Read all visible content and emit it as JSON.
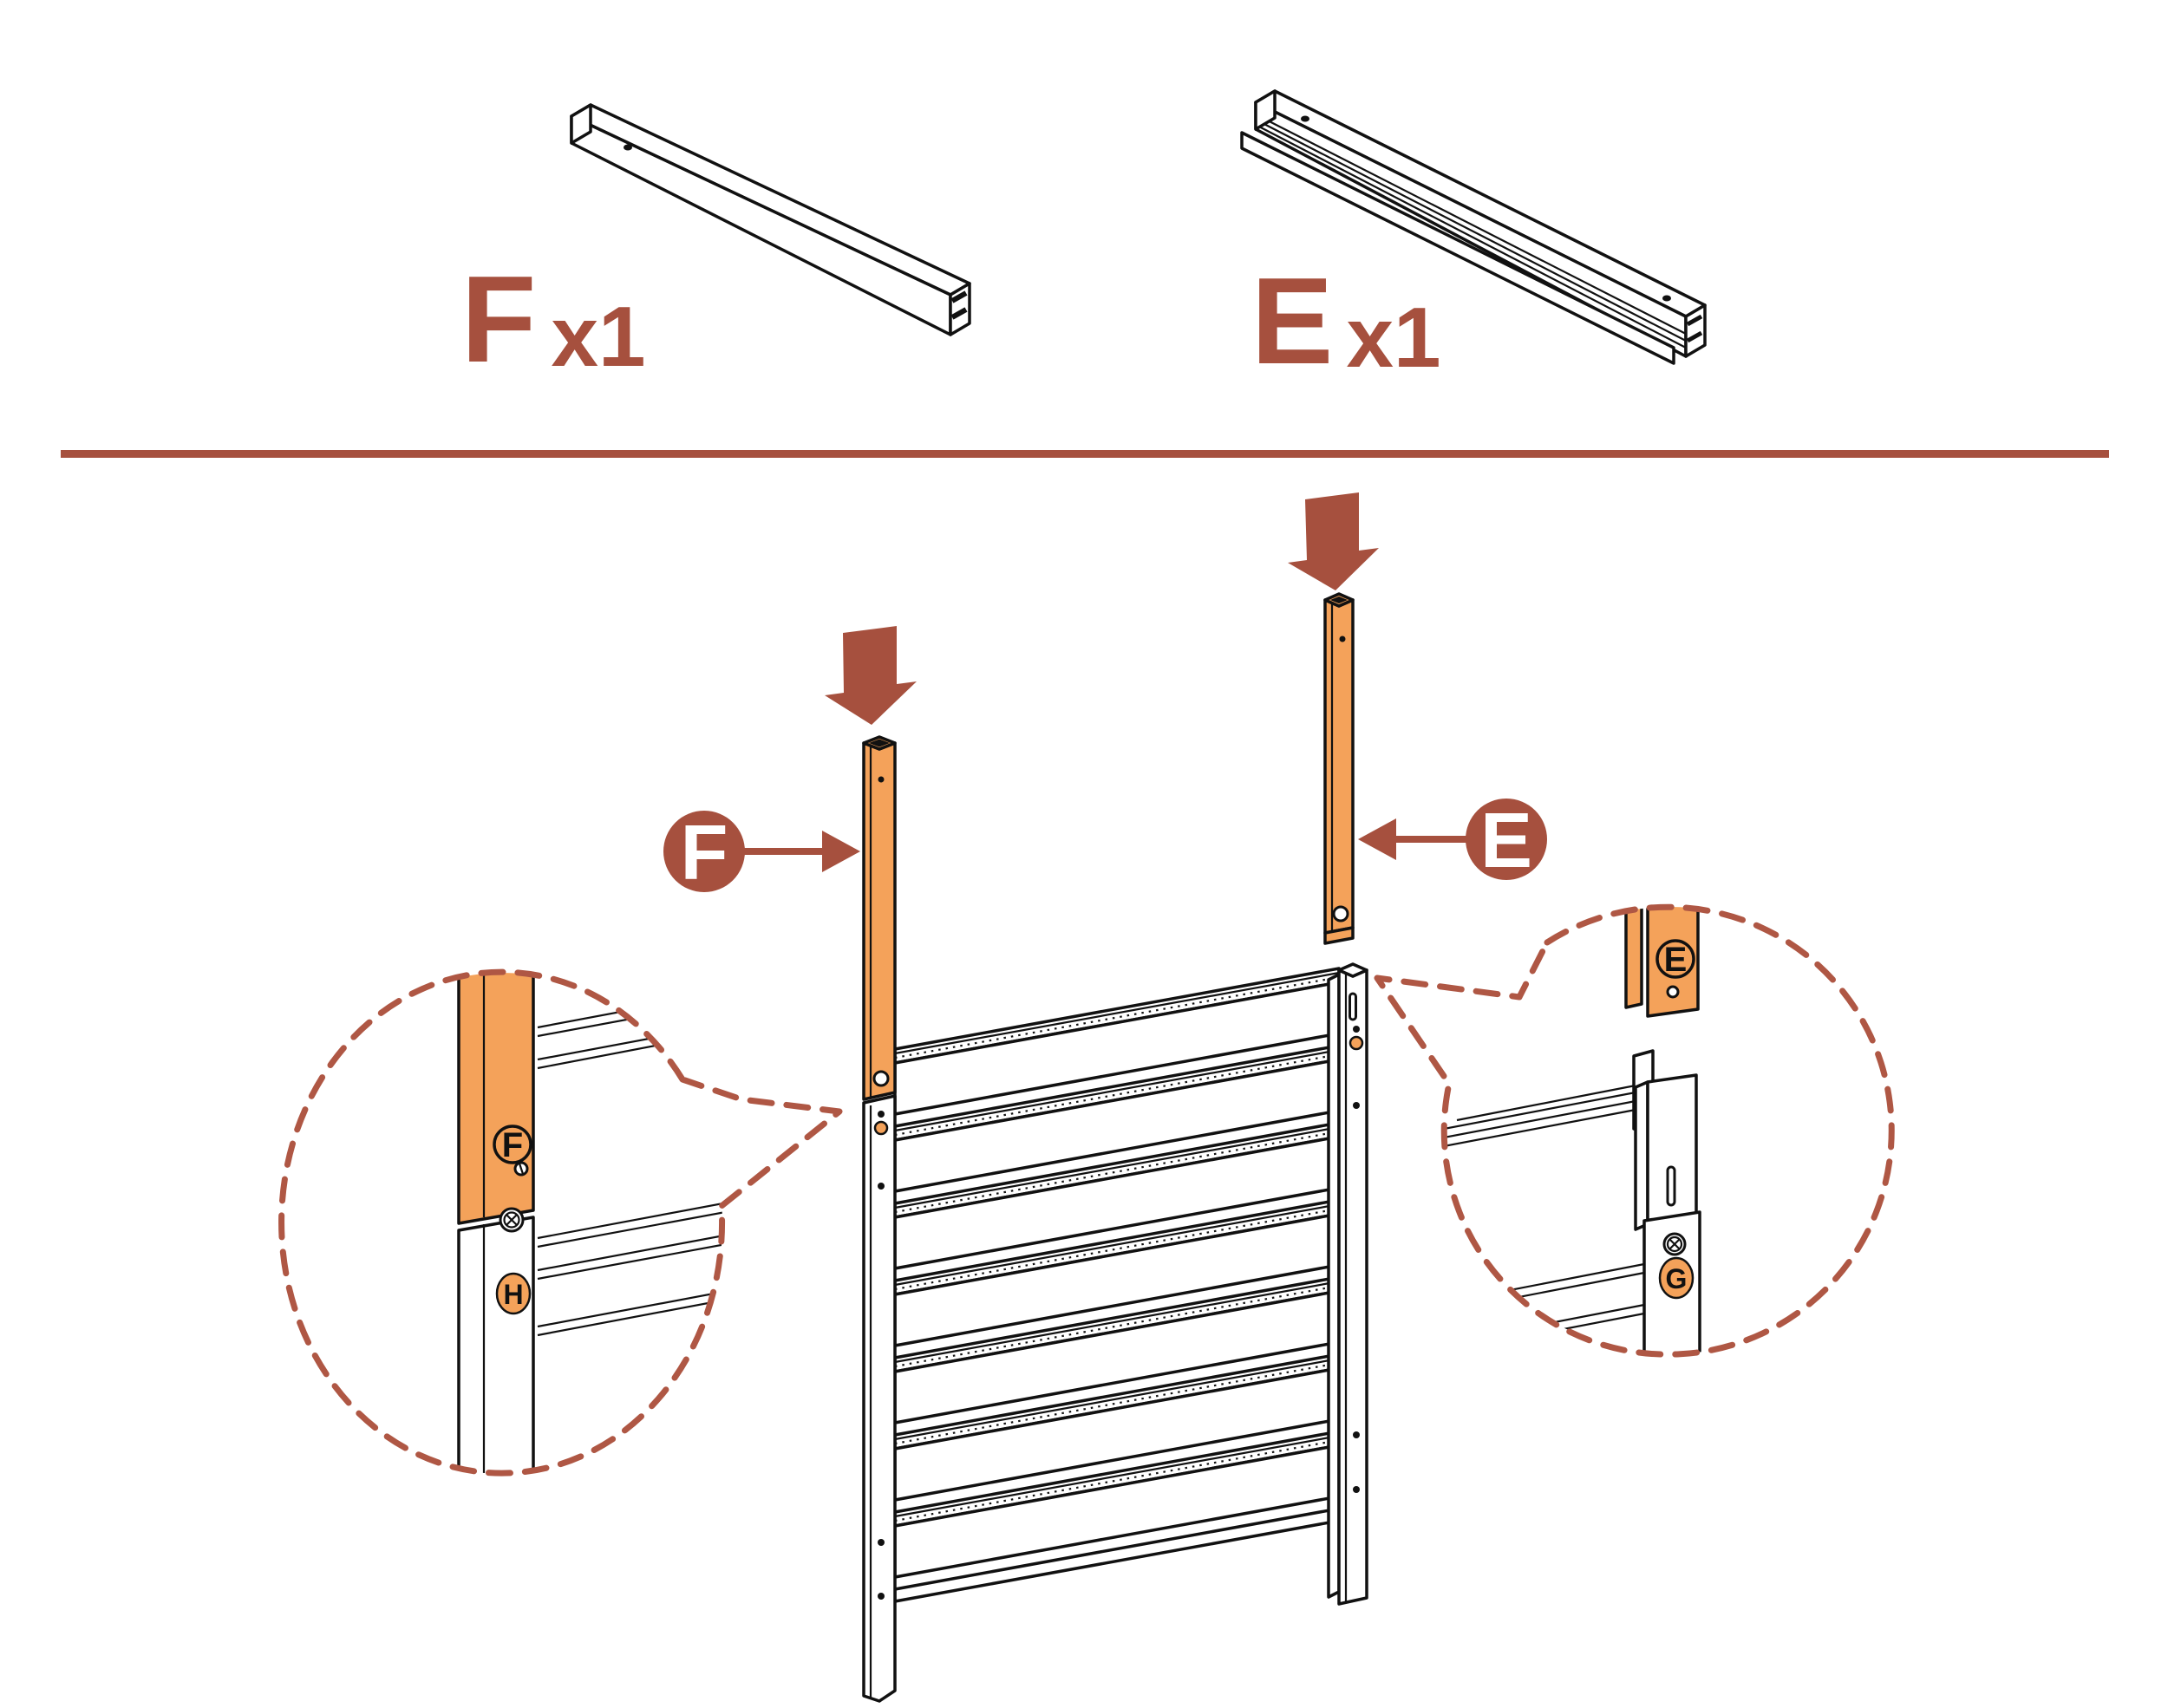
{
  "palette": {
    "accent_red": "#A6503E",
    "dash_red": "#AF5744",
    "part_orange": "#F4A25A",
    "ink": "#111111",
    "background": "#FFFFFF"
  },
  "parts_list": {
    "part_f": {
      "letter": "F",
      "quantity": "x1"
    },
    "part_e": {
      "letter": "E",
      "quantity": "x1"
    }
  },
  "assembly": {
    "panel": {
      "slat_count": 7
    },
    "callout_f": {
      "label": "F"
    },
    "callout_e": {
      "label": "E"
    },
    "detail_left": {
      "upper_post_label": "F",
      "lower_post_label": "H"
    },
    "detail_right": {
      "upper_post_label": "E",
      "lower_post_label": "G"
    }
  }
}
